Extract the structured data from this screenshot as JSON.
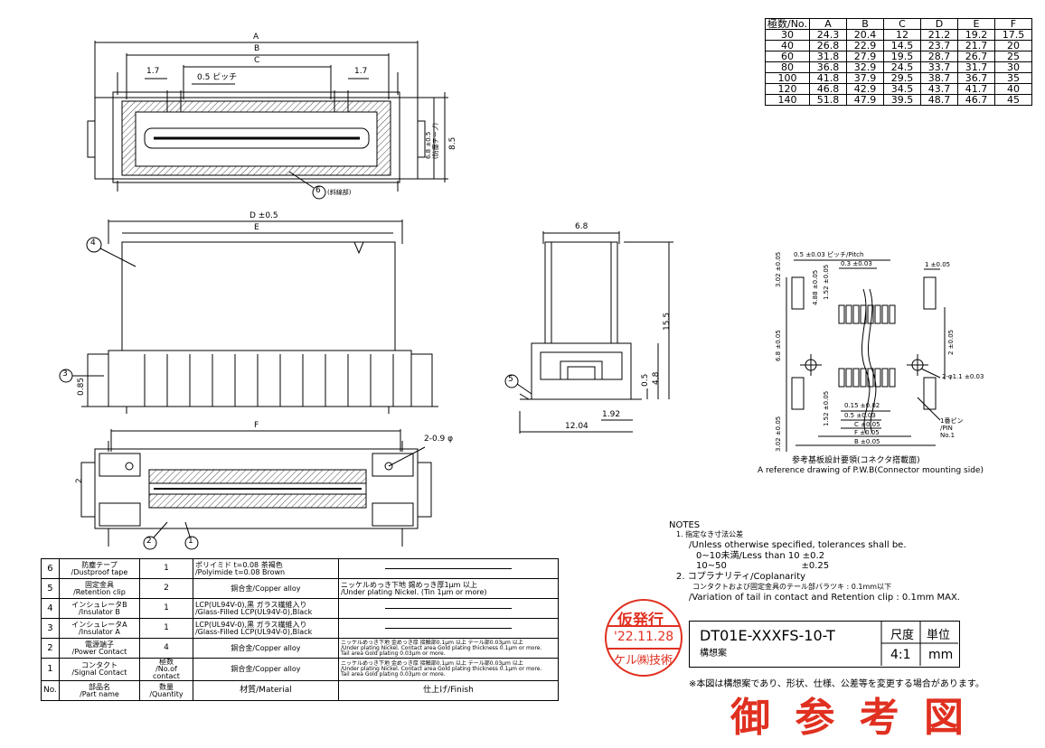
{
  "dimension_table": {
    "headers": [
      "極数/No.",
      "A",
      "B",
      "C",
      "D",
      "E",
      "F"
    ],
    "rows": [
      [
        "30",
        "24.3",
        "20.4",
        "12",
        "21.2",
        "19.2",
        "17.5"
      ],
      [
        "40",
        "26.8",
        "22.9",
        "14.5",
        "23.7",
        "21.7",
        "20"
      ],
      [
        "60",
        "31.8",
        "27.9",
        "19.5",
        "28.7",
        "26.7",
        "25"
      ],
      [
        "80",
        "36.8",
        "32.9",
        "24.5",
        "33.7",
        "31.7",
        "30"
      ],
      [
        "100",
        "41.8",
        "37.9",
        "29.5",
        "38.7",
        "36.7",
        "35"
      ],
      [
        "120",
        "46.8",
        "42.9",
        "34.5",
        "43.7",
        "41.7",
        "40"
      ],
      [
        "140",
        "51.8",
        "47.9",
        "39.5",
        "48.7",
        "46.7",
        "45"
      ]
    ]
  },
  "top_view": {
    "dim_a": "A",
    "dim_b": "B",
    "dim_c": "C",
    "dim_17_left": "1.7",
    "dim_17_right": "1.7",
    "pitch": "0.5 ピッチ",
    "height_68": "6.8 ±0.5",
    "height_68_note": "(防塵テープ)",
    "height_85": "8.5",
    "callout_6": "6",
    "callout_6_note": "(斜線部)"
  },
  "front_view": {
    "dim_d": "D ±0.5",
    "dim_e": "E",
    "callout_4": "4",
    "callout_3": "3",
    "dim_085": "0.85"
  },
  "side_view": {
    "dim_68": "6.8",
    "dim_155": "15.5",
    "dim_48": "4.8",
    "dim_05": "0.5",
    "dim_192": "1.92",
    "dim_1204": "12.04",
    "callout_5": "5"
  },
  "bottom_view": {
    "dim_f": "F",
    "hole": "2-0.9 φ",
    "dim_2": "2",
    "callout_2": "2",
    "callout_1": "1"
  },
  "pcb_view": {
    "pitch": "0.5 ±0.03 ピッチ/Pitch",
    "dim_03": "0.3 ±0.03",
    "dim_1": "1 ±0.05",
    "dim_302_top": "3.02 ±0.05",
    "dim_488": "4.88 ±0.05",
    "dim_152_top": "1.52 ±0.05",
    "dim_68": "6.8 ±0.05",
    "dim_2": "2 ±0.05",
    "hole": "2-φ1.1 ±0.03",
    "dim_152_bot": "1.52 ±0.05",
    "dim_302_bot": "3.02 ±0.05",
    "dim_015": "0.15 ±0.02",
    "dim_05b": "0.5 ±0.03",
    "dim_c": "C ±0.05",
    "dim_f": "F ±0.05",
    "dim_b": "B ±0.05",
    "pin1": "1番ピン /PIN No.1",
    "caption_jp": "参考基板設計要領(コネクタ搭載面)",
    "caption_en": "A reference drawing of P.W.B(Connector mounting side)"
  },
  "parts_table": {
    "rows": [
      {
        "no": "6",
        "name_jp": "防塵テープ",
        "name_en": "/Dustproof tape",
        "qty": "1",
        "mat1": "ポリイミド t=0.08 茶褐色",
        "mat2": "/Polyimide t=0.08 Brown",
        "fin1": "",
        "fin2": "",
        "fin3": ""
      },
      {
        "no": "5",
        "name_jp": "固定金具",
        "name_en": "/Retention clip",
        "qty": "2",
        "mat1": "銅合金/Copper alloy",
        "mat2": "",
        "fin1": "ニッケルめっき下地 錫めっき厚1μm 以上",
        "fin2": "/Under plating Nickel. (Tin 1μm or more)",
        "fin3": ""
      },
      {
        "no": "4",
        "name_jp": "インシュレータB",
        "name_en": "/Insulator B",
        "qty": "1",
        "mat1": "LCP(UL94V-0),黒 ガラス繊維入り",
        "mat2": "/Glass-Filled LCP(UL94V-0),Black",
        "fin1": "",
        "fin2": "",
        "fin3": ""
      },
      {
        "no": "3",
        "name_jp": "インシュレータA",
        "name_en": "/Insulator A",
        "qty": "1",
        "mat1": "LCP(UL94V-0),黒 ガラス繊維入り",
        "mat2": "/Glass-Filled LCP(UL94V-0),Black",
        "fin1": "",
        "fin2": "",
        "fin3": ""
      },
      {
        "no": "2",
        "name_jp": "電源端子",
        "name_en": "/Power Contact",
        "qty": "4",
        "mat1": "銅合金/Copper alloy",
        "mat2": "",
        "fin1": "ニッケルめっき下地 金めっき厚 接触部0.1μm 以上 テール部0.03μm 以上",
        "fin2": "/Under plating Nickel. Contact area Gold plating thickness 0.1μm or more.",
        "fin3": "Tail area Gold plating 0.03μm or more."
      },
      {
        "no": "1",
        "name_jp": "コンタクト",
        "name_en": "/Signal Contact",
        "qty_jp": "極数",
        "qty": "/No.of contact",
        "mat1": "銅合金/Copper alloy",
        "mat2": "",
        "fin1": "ニッケルめっき下地 金めっき厚 接触部0.1μm 以上 テール部0.03μm 以上",
        "fin2": "/Under plating Nickel. Contact area Gold plating thickness 0.1μm or more.",
        "fin3": "Tail area Gold plating 0.03μm or more."
      }
    ],
    "header": {
      "no": "No.",
      "name_jp": "部品名",
      "name_en": "/Part name",
      "qty_jp": "数量",
      "qty_en": "/Quantity",
      "material": "材質/Material",
      "finish": "仕上げ/Finish"
    }
  },
  "notes": {
    "title": "NOTES",
    "n1": "1. 指定なき寸法公差",
    "n1_en": "/Unless otherwise specified, tolerances shall be.",
    "n1_a": "0~10未満/Less than 10  ±0.2",
    "n1_b": "10~50                          ±0.25",
    "n2": "2. コプラナリティ/Coplanarity",
    "n2_jp": "コンタクトおよび固定金具のテール部バラツキ : 0.1mm以下",
    "n2_en": "/Variation of tail in contact and Retention clip : 0.1mm MAX."
  },
  "title_block": {
    "part_no": "DT01E-XXXFS-10-T",
    "subtitle": "構想案",
    "scale_label": "尺度",
    "unit_label": "単位",
    "scale": "4:1",
    "unit": "mm"
  },
  "stamp": {
    "line1": "仮発行",
    "line2": "'22.11.28",
    "line3": "ケル㈱技術"
  },
  "disclaimer": "※本図は構想案であり、形状、仕様、公差等を変更する場合があります。",
  "reference_mark": "御 参 考 図",
  "colors": {
    "stamp": "#e03020",
    "ink": "#000000"
  }
}
